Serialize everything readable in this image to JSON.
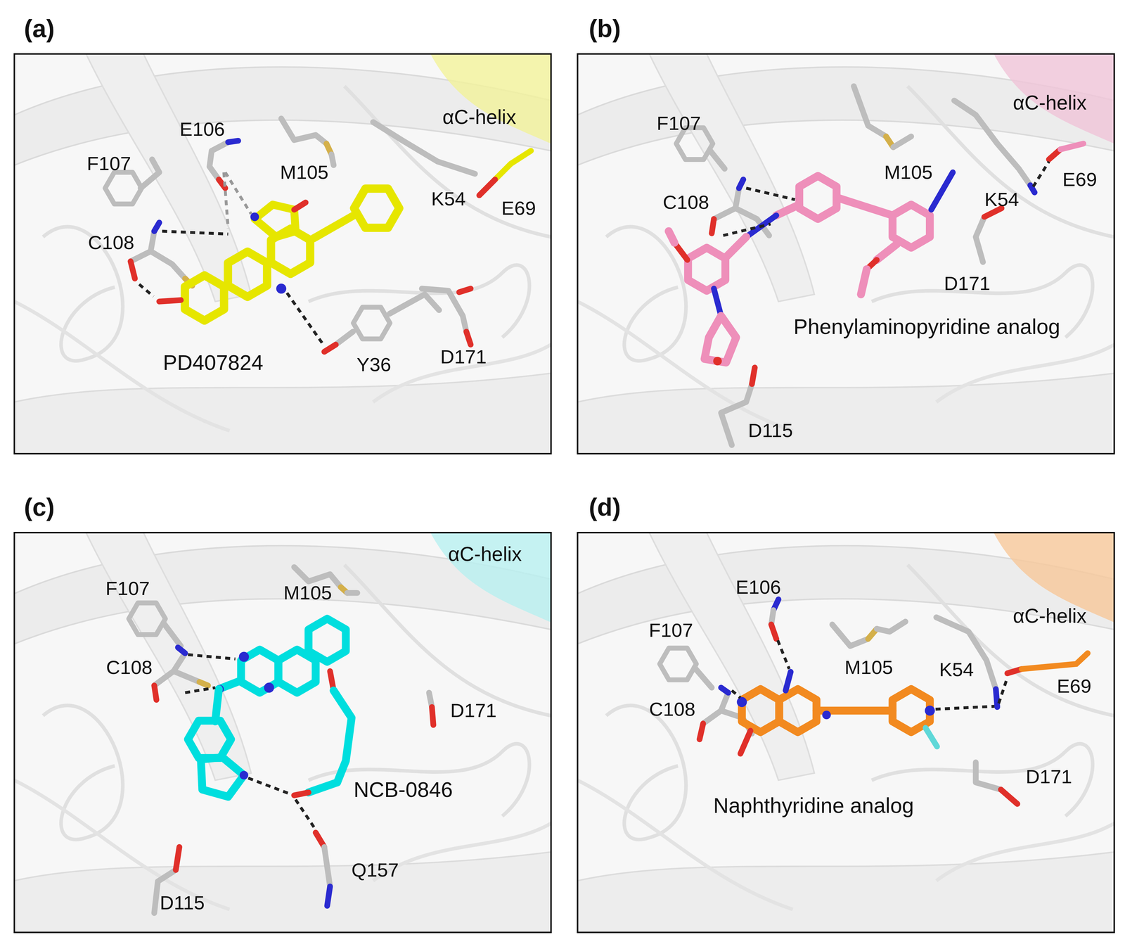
{
  "diagram": {
    "labels": [
      "(a)",
      "E106",
      "F107",
      "M105",
      "αC-helix",
      "C108",
      "K54",
      "E69",
      "PD407824",
      "Y36",
      "D171",
      "(b)",
      "F107",
      "M105",
      "αC-helix",
      "C108",
      "K54",
      "E69",
      "D171",
      "Phenylaminopyridine analog",
      "D115",
      "(c)",
      "F107",
      "M105",
      "αC-helix",
      "C108",
      "D171",
      "NCB-0846",
      "D115",
      "Q157",
      "(d)",
      "E106",
      "F107",
      "M105",
      "K54",
      "αC-helix",
      "C108",
      "E69",
      "D171",
      "Naphthyridine analog"
    ]
  }
}
